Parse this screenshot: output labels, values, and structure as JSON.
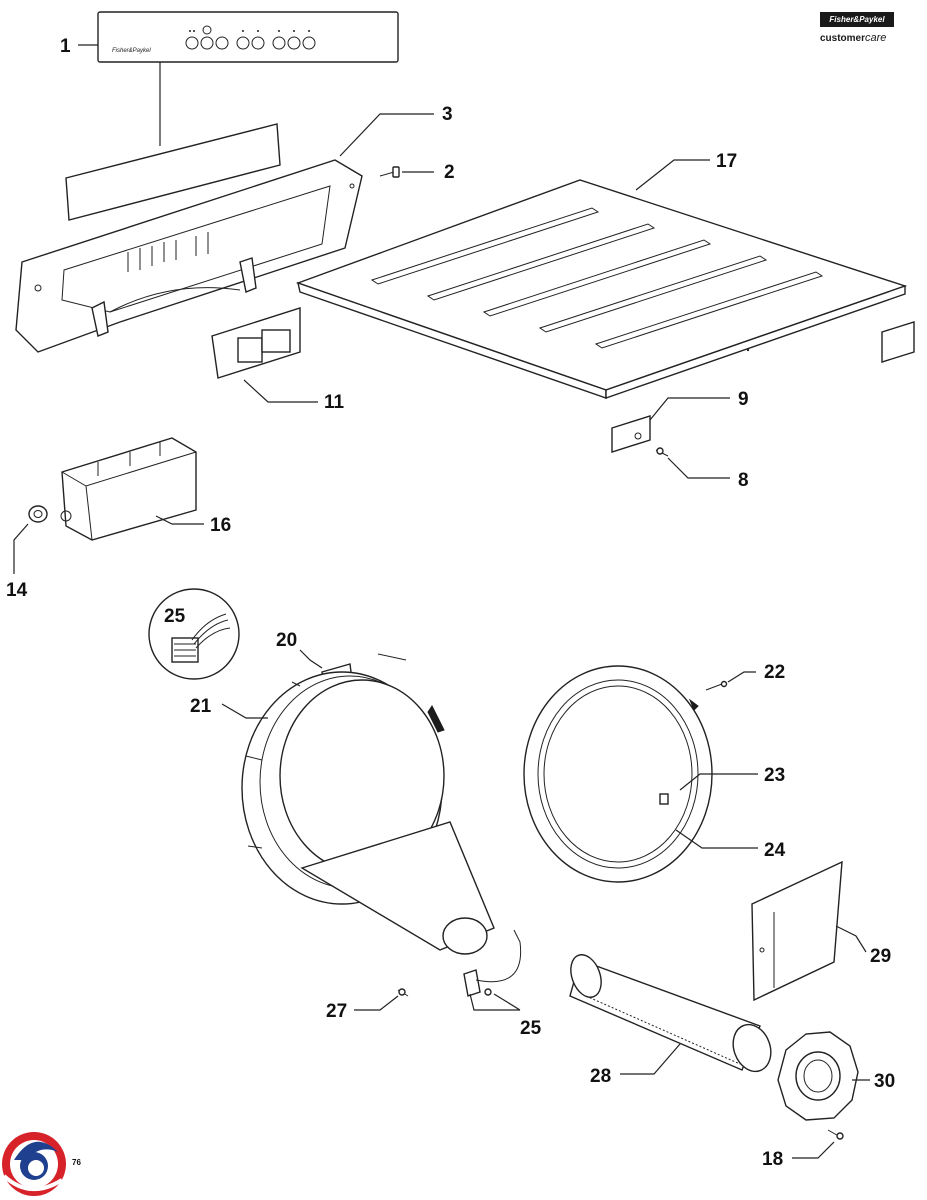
{
  "brand": {
    "logo_text": "Fisher&Paykel",
    "customer_label": "customer",
    "care_label": "care"
  },
  "panel_brand": "Fisher&Paykel",
  "page_number": "76",
  "callouts": [
    {
      "id": "c1",
      "label": "1"
    },
    {
      "id": "c2",
      "label": "2"
    },
    {
      "id": "c3",
      "label": "3"
    },
    {
      "id": "c8",
      "label": "8"
    },
    {
      "id": "c9",
      "label": "9"
    },
    {
      "id": "c11",
      "label": "11"
    },
    {
      "id": "c14",
      "label": "14"
    },
    {
      "id": "c16",
      "label": "16"
    },
    {
      "id": "c17",
      "label": "17"
    },
    {
      "id": "c18",
      "label": "18"
    },
    {
      "id": "c20",
      "label": "20"
    },
    {
      "id": "c21",
      "label": "21"
    },
    {
      "id": "c22",
      "label": "22"
    },
    {
      "id": "c23",
      "label": "23"
    },
    {
      "id": "c24",
      "label": "24"
    },
    {
      "id": "c25a",
      "label": "25"
    },
    {
      "id": "c25b",
      "label": "25"
    },
    {
      "id": "c27",
      "label": "27"
    },
    {
      "id": "c28",
      "label": "28"
    },
    {
      "id": "c29",
      "label": "29"
    },
    {
      "id": "c30",
      "label": "30"
    }
  ],
  "colors": {
    "line": "#222222",
    "logo_red": "#d8222a",
    "logo_blue": "#1f3f8f"
  }
}
